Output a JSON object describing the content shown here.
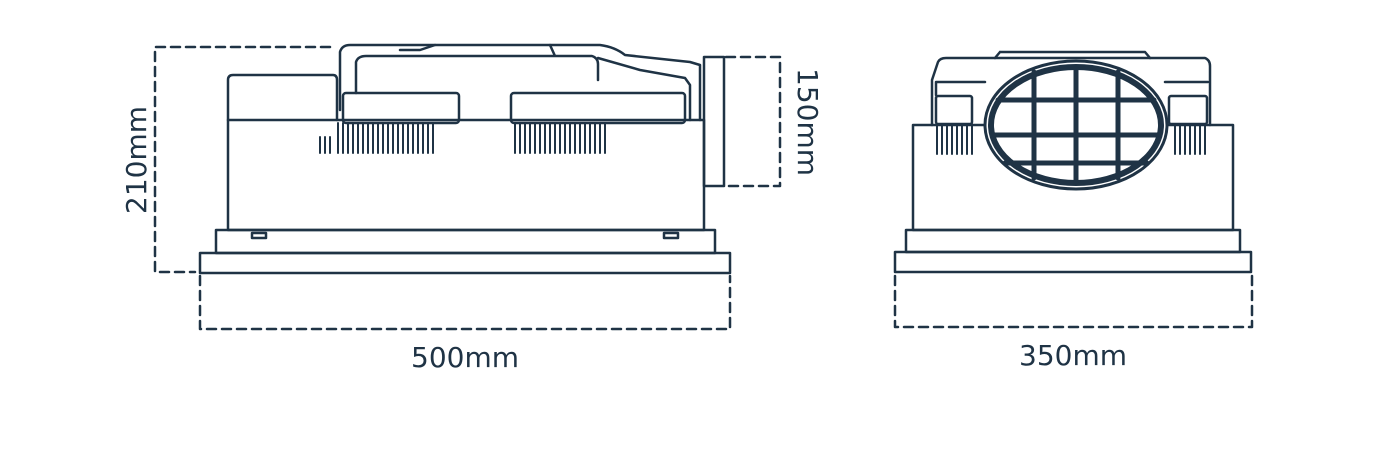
{
  "colors": {
    "line": "#1f3345",
    "background": "#ffffff"
  },
  "side_view": {
    "width_label": "500mm",
    "height_label": "210mm",
    "outlet_height_label": "150mm"
  },
  "front_view": {
    "width_label": "350mm"
  }
}
